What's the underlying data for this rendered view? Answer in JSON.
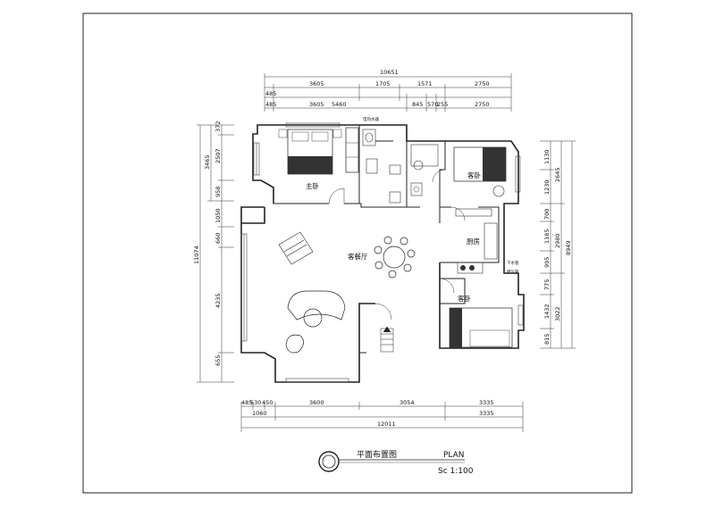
{
  "top_dims": {
    "overall": "10651",
    "row1": [
      "3605",
      "1705",
      "1571",
      "2750"
    ],
    "row2": [
      "485",
      "485",
      "3605",
      "5460",
      "845",
      "570",
      "255",
      "2750"
    ]
  },
  "left_dims": {
    "overall": "11074",
    "parts": [
      "372",
      "2507",
      "3465",
      "958",
      "1050",
      "660",
      "4235",
      "655"
    ]
  },
  "right_dims": {
    "inner": [
      "1130",
      "1230",
      "700",
      "1185",
      "995",
      "775",
      "1432",
      "815"
    ],
    "mid": [
      "2645",
      "2980",
      "3022"
    ],
    "overall": "8949"
  },
  "bottom_dims": {
    "row1": [
      "485",
      "530",
      "450",
      "3600",
      "3054",
      "3335"
    ],
    "row2": [
      "1060",
      "3335"
    ],
    "overall": "12011"
  },
  "rooms": {
    "master": "主卧",
    "guest1": "客卧",
    "living": "客餐厅",
    "kitchen": "厨房",
    "guest2": "客卧"
  },
  "notes": {
    "water_heater": "电热水器",
    "drain": "下水管",
    "gas": "燃气管"
  },
  "title": {
    "cn": "平面布置图",
    "en": "PLAN",
    "scale": "Sc 1:100"
  }
}
